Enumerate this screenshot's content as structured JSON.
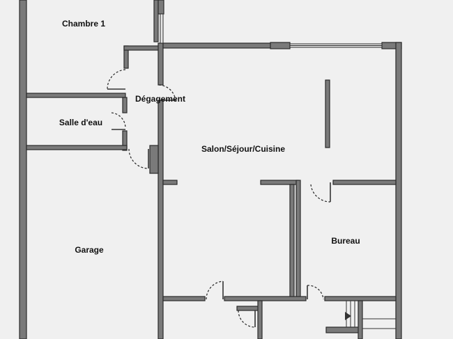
{
  "plan": {
    "background": "#f0f0f0",
    "wall_color": "#7a7a7a",
    "rooms": {
      "chambre1": "Chambre 1",
      "degagement": "Dégagement",
      "salle_eau": "Salle d'eau",
      "salon": "Salon/Séjour/Cuisine",
      "garage": "Garage",
      "bureau": "Bureau"
    },
    "icons": [
      "door-swing-icon",
      "stair-arrow-icon"
    ]
  }
}
